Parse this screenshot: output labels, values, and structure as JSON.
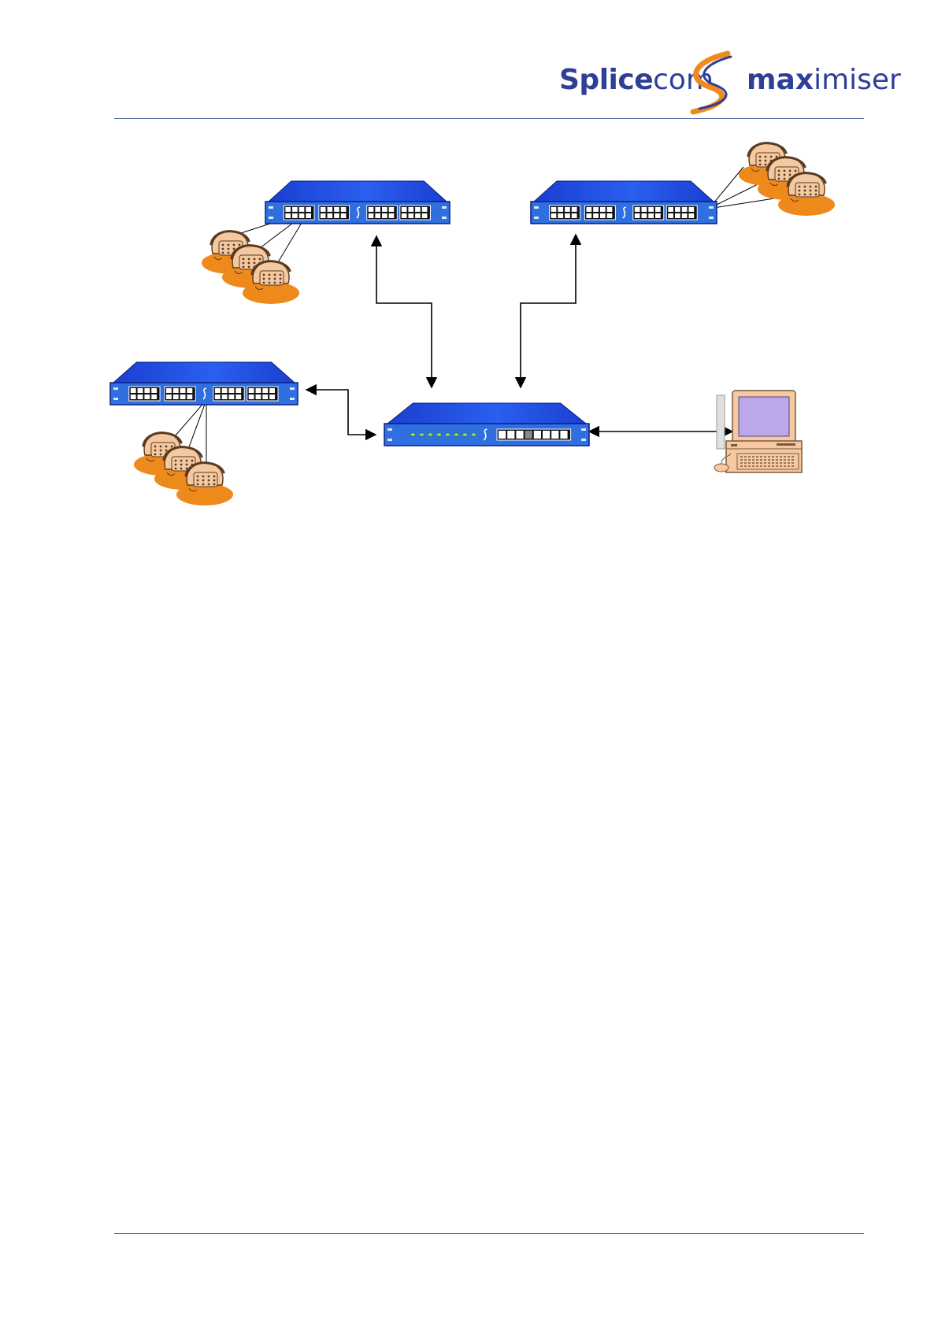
{
  "header": {
    "logo": {
      "part1": "Splice",
      "part2": "com",
      "part3": "max",
      "part4": "imiser"
    }
  },
  "colors": {
    "chassis_blue": "#2f6fe0",
    "chassis_dark": "#1a3fb8",
    "phone_fill": "#f4c9a0",
    "phone_shadow": "#ee8a1c",
    "pc_screen": "#b8a6e6",
    "rule": "#5a6fa6"
  },
  "diagram": {
    "nodes": [
      {
        "id": "expansion-top-left",
        "kind": "24-port-unit"
      },
      {
        "id": "expansion-top-right",
        "kind": "24-port-unit"
      },
      {
        "id": "expansion-left",
        "kind": "24-port-unit"
      },
      {
        "id": "central-unit",
        "kind": "8-port-unit-with-leds"
      },
      {
        "id": "pc",
        "kind": "workstation"
      },
      {
        "id": "phones-top-left",
        "kind": "phone-group"
      },
      {
        "id": "phones-top-right",
        "kind": "phone-group"
      },
      {
        "id": "phones-left",
        "kind": "phone-group"
      }
    ],
    "links": [
      {
        "from": "central-unit",
        "to": "expansion-top-left",
        "bidirectional": true
      },
      {
        "from": "central-unit",
        "to": "expansion-top-right",
        "bidirectional": true
      },
      {
        "from": "central-unit",
        "to": "expansion-left",
        "bidirectional": true
      },
      {
        "from": "central-unit",
        "to": "pc",
        "bidirectional": true
      }
    ]
  }
}
